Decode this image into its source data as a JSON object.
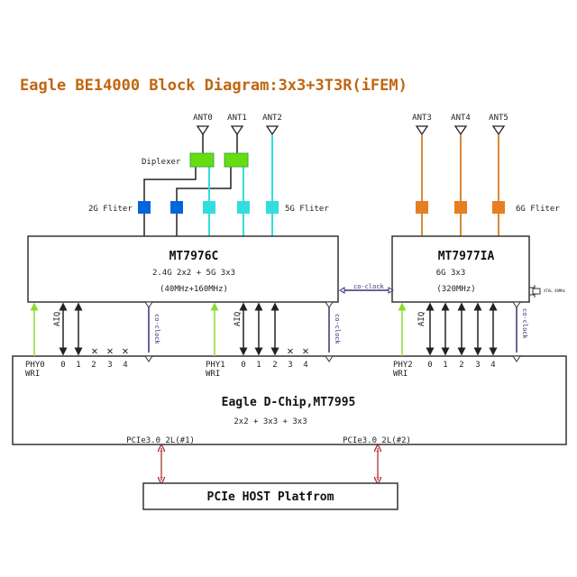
{
  "title": "Eagle BE14000 Block Diagram:3x3+3T3R(iFEM)",
  "antennas": [
    "ANT0",
    "ANT1",
    "ANT2",
    "ANT3",
    "ANT4",
    "ANT5"
  ],
  "diplexer_label": "Diplexer",
  "filter_2g_label": "2G Fliter",
  "filter_5g_label": "5G Fliter",
  "filter_6g_label": "6G Fliter",
  "chip_7976": {
    "name": "MT7976C",
    "line1": "2.4G 2x2 + 5G 3x3",
    "line2": "(40MHz+160MHz)"
  },
  "chip_7977": {
    "name": "MT7977IA",
    "line1": "6G 3x3",
    "line2": "(320MHz)"
  },
  "xtal_label": "XTAL 40MHz",
  "co_clock": "co-clock",
  "aiq": "AIQ",
  "phy": [
    {
      "name": "PHY0",
      "sub": "WRI"
    },
    {
      "name": "PHY1",
      "sub": "WRI"
    },
    {
      "name": "PHY2",
      "sub": "WRI"
    }
  ],
  "ports": [
    "0",
    "1",
    "2",
    "3",
    "4"
  ],
  "unused_mark": "✕",
  "dchip": {
    "name": "Eagle D-Chip,MT7995",
    "line1": "2x2 + 3x3 + 3x3",
    "pcie1": "PCIe3.0 2L(#1)",
    "pcie2": "PCIe3.0 2L(#2)"
  },
  "host": "PCIe HOST Platfrom",
  "colors": {
    "title": "#c0650f",
    "diplexer": "#66dd11",
    "filter_2g": "#0066dd",
    "filter_5g": "#33dddd",
    "filter_6g": "#e67e22",
    "phy_link": "#88dd33",
    "co_clock": "#333377",
    "pcie": "#aa2222"
  }
}
